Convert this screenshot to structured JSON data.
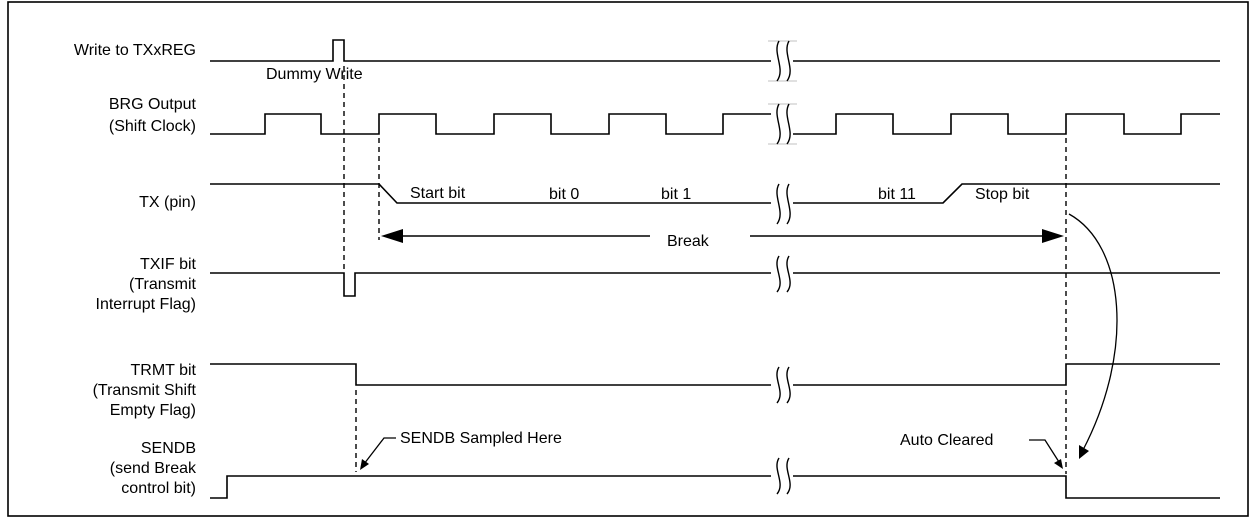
{
  "signals": {
    "write_txreg": "Write to TXxREG",
    "brg_line1": "BRG Output",
    "brg_line2": "(Shift Clock)",
    "tx_pin": "TX (pin)",
    "txif_line1": "TXIF bit",
    "txif_line2": "(Transmit",
    "txif_line3": "Interrupt Flag)",
    "trmt_line1": "TRMT bit",
    "trmt_line2": "(Transmit Shift",
    "trmt_line3": "Empty Flag)",
    "sendb_line1": "SENDB",
    "sendb_line2": "(send Break",
    "sendb_line3": "control bit)"
  },
  "annotations": {
    "dummy_write": "Dummy Write",
    "start_bit": "Start bit",
    "bit0": "bit 0",
    "bit1": "bit 1",
    "bit11": "bit 11",
    "stop_bit": "Stop bit",
    "break": "Break",
    "sendb_sampled": "SENDB Sampled Here",
    "auto_cleared": "Auto Cleared"
  }
}
